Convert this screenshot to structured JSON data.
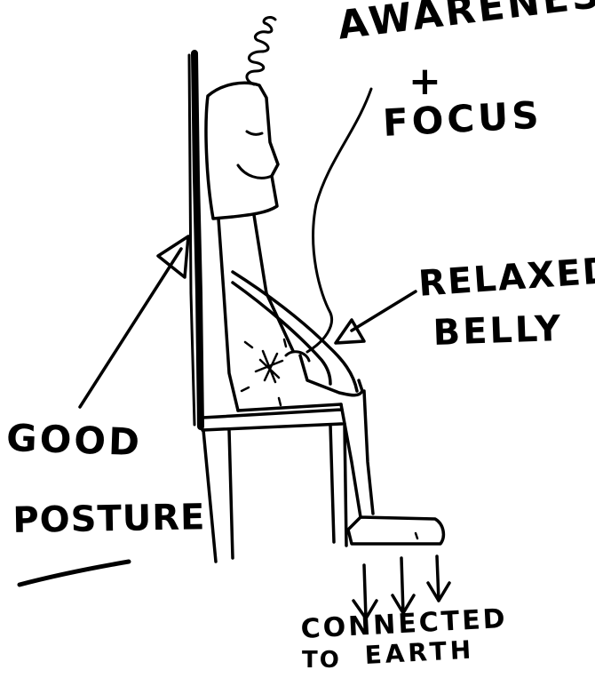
{
  "labels": {
    "awareness": "AWARENESS",
    "plus": "+",
    "focus": "FOCUS",
    "relaxed": "RELAXED",
    "belly": "BELLY",
    "good": "GOOD",
    "posture": "POSTURE",
    "connected": "CONNECTED",
    "to": "TO",
    "earth": "EARTH"
  },
  "colors": {
    "ink": "#000000",
    "paper": "#ffffff"
  }
}
